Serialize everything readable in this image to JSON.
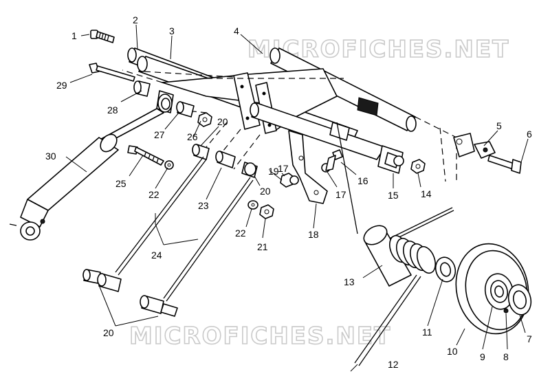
{
  "watermarks": [
    "MICROFICHES.NET",
    "MICROFICHES.NET"
  ],
  "callouts": [
    {
      "id": "c1",
      "label": "1"
    },
    {
      "id": "c2",
      "label": "2"
    },
    {
      "id": "c3",
      "label": "3"
    },
    {
      "id": "c4",
      "label": "4"
    },
    {
      "id": "c5",
      "label": "5"
    },
    {
      "id": "c6",
      "label": "6"
    },
    {
      "id": "c7",
      "label": "7"
    },
    {
      "id": "c8",
      "label": "8"
    },
    {
      "id": "c9",
      "label": "9"
    },
    {
      "id": "c10",
      "label": "10"
    },
    {
      "id": "c11",
      "label": "11"
    },
    {
      "id": "c12",
      "label": "12"
    },
    {
      "id": "c13",
      "label": "13"
    },
    {
      "id": "c14",
      "label": "14"
    },
    {
      "id": "c15",
      "label": "15"
    },
    {
      "id": "c16",
      "label": "16"
    },
    {
      "id": "c17a",
      "label": "17"
    },
    {
      "id": "c17b",
      "label": "17"
    },
    {
      "id": "c18",
      "label": "18"
    },
    {
      "id": "c19",
      "label": "19"
    },
    {
      "id": "c20a",
      "label": "20"
    },
    {
      "id": "c20b",
      "label": "20"
    },
    {
      "id": "c20c",
      "label": "20"
    },
    {
      "id": "c21",
      "label": "21"
    },
    {
      "id": "c22a",
      "label": "22"
    },
    {
      "id": "c22b",
      "label": "22"
    },
    {
      "id": "c23",
      "label": "23"
    },
    {
      "id": "c24",
      "label": "24"
    },
    {
      "id": "c25",
      "label": "25"
    },
    {
      "id": "c26",
      "label": "26"
    },
    {
      "id": "c27",
      "label": "27"
    },
    {
      "id": "c28",
      "label": "28"
    },
    {
      "id": "c29",
      "label": "29"
    },
    {
      "id": "c30",
      "label": "30"
    }
  ]
}
